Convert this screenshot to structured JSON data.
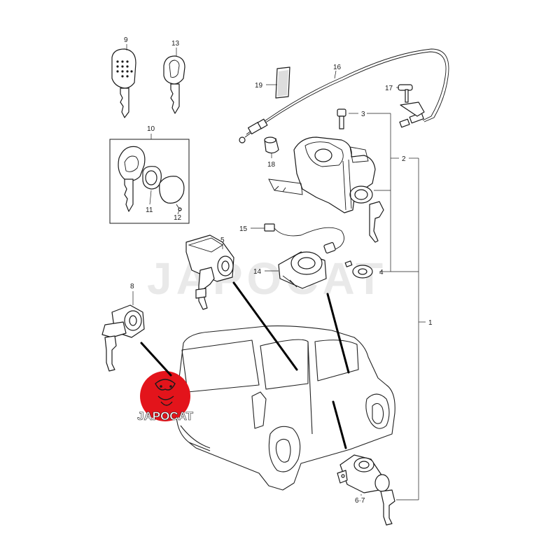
{
  "callouts": {
    "c1": "1",
    "c2": "2",
    "c3": "3",
    "c4": "4",
    "c5": "5",
    "c67": "6·7",
    "c8": "8",
    "c9": "9",
    "c10": "10",
    "c11": "11",
    "c12": "12",
    "c13": "13",
    "c14": "14",
    "c15": "15",
    "c16": "16",
    "c17": "17",
    "c18": "18",
    "c19": "19"
  },
  "watermark": "JAPOCAT",
  "logo": {
    "text": "JAPOCAT",
    "color": "#e3141b"
  }
}
